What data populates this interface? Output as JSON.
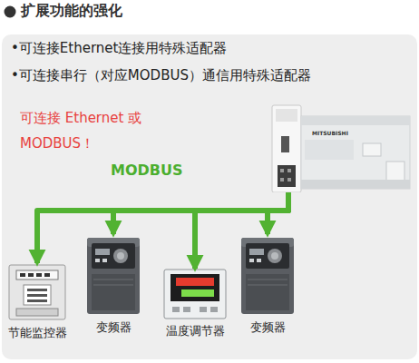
{
  "diagram": {
    "title": "扩展功能的强化",
    "nodes": [
      {
        "text": [
          "MITSUBISHI"
        ]
      },
      {
        "text": [
          "节能监控器"
        ]
      },
      {
        "text": [
          "变频器"
        ]
      },
      {
        "text": [
          "温度调节器"
        ]
      },
      {
        "text": [
          "变频器"
        ]
      }
    ],
    "edges": [
      {
        "from": 0,
        "to": 1,
        "arrow": "to"
      },
      {
        "from": 0,
        "to": 2,
        "arrow": "to"
      },
      {
        "from": 0,
        "to": 3,
        "arrow": "to"
      },
      {
        "from": 0,
        "to": 4,
        "arrow": "to"
      }
    ],
    "labels": [
      "•可连接Ethernet连接用特殊适配器",
      "•可连接串行（对应MODBUS）通信用特殊适配器",
      "可连接 Ethernet 或 MODBUS！",
      "MODBUS"
    ]
  }
}
